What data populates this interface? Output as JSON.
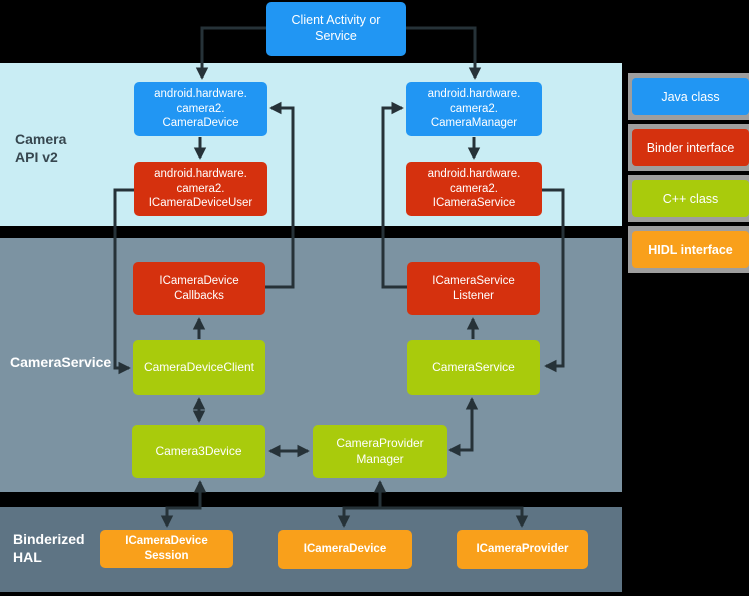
{
  "sections": {
    "camera_api": {
      "label": "Camera\nAPI v2"
    },
    "camera_service": {
      "label": "CameraService"
    },
    "binderized_hal": {
      "label": "Binderized\nHAL"
    }
  },
  "boxes": {
    "client": {
      "label": "Client Activity or\nService",
      "type": "Java class"
    },
    "camera_device": {
      "label": "android.hardware.\ncamera2.\nCameraDevice",
      "type": "Java class"
    },
    "camera_manager": {
      "label": "android.hardware.\ncamera2.\nCameraManager",
      "type": "Java class"
    },
    "icamera_device_user": {
      "label": "android.hardware.\ncamera2.\nICameraDeviceUser",
      "type": "Binder interface"
    },
    "icamera_service": {
      "label": "android.hardware.\ncamera2.\nICameraService",
      "type": "Binder interface"
    },
    "icamera_device_callbacks": {
      "label": "ICameraDevice\nCallbacks",
      "type": "Binder interface"
    },
    "icamera_service_listener": {
      "label": "ICameraService\nListener",
      "type": "Binder interface"
    },
    "camera_device_client": {
      "label": "CameraDeviceClient",
      "type": "C++ class"
    },
    "camera_service": {
      "label": "CameraService",
      "type": "C++ class"
    },
    "camera3_device": {
      "label": "Camera3Device",
      "type": "C++ class"
    },
    "camera_provider_manager": {
      "label": "CameraProvider\nManager",
      "type": "C++ class"
    },
    "icamera_device_session": {
      "label": "ICameraDevice\nSession",
      "type": "HIDL interface"
    },
    "icamera_device": {
      "label": "ICameraDevice",
      "type": "HIDL interface"
    },
    "icamera_provider": {
      "label": "ICameraProvider",
      "type": "HIDL interface"
    }
  },
  "legend": {
    "items": [
      {
        "label": "Java class",
        "type": "java"
      },
      {
        "label": "Binder interface",
        "type": "binder"
      },
      {
        "label": "C++ class",
        "type": "cpp"
      },
      {
        "label": "HIDL interface",
        "type": "hidl"
      }
    ]
  },
  "colors": {
    "bg": "#000000",
    "bg_api": "#C9EDF4",
    "bg_service": "#7C93A2",
    "bg_hal": "#5E7484",
    "java": "#2196F3",
    "binder": "#D5310E",
    "cpp": "#A9CB0C",
    "hidl": "#F9A01B",
    "backing": "#9E9E9E",
    "arrow": "#263238",
    "api_label": "#37474F"
  }
}
